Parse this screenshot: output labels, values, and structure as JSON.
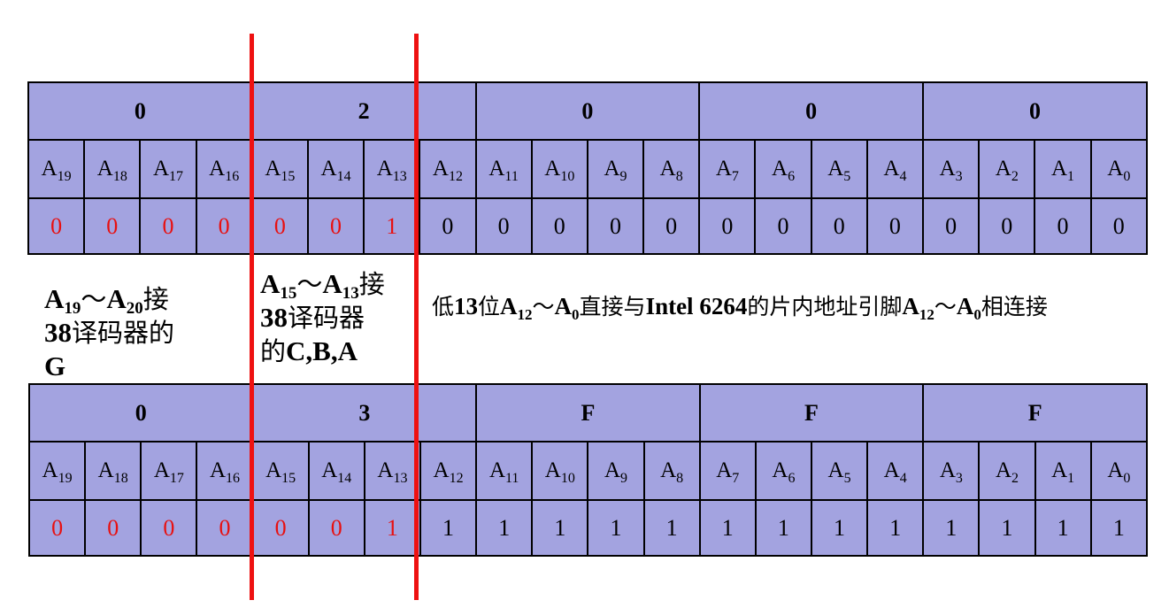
{
  "top_table": {
    "hex": [
      "0",
      "2",
      "0",
      "0",
      "0"
    ],
    "labels": [
      {
        "base": "A",
        "sub": "19"
      },
      {
        "base": "A",
        "sub": "18"
      },
      {
        "base": "A",
        "sub": "17"
      },
      {
        "base": "A",
        "sub": "16"
      },
      {
        "base": "A",
        "sub": "15"
      },
      {
        "base": "A",
        "sub": "14"
      },
      {
        "base": "A",
        "sub": "13"
      },
      {
        "base": "A",
        "sub": "12"
      },
      {
        "base": "A",
        "sub": "11"
      },
      {
        "base": "A",
        "sub": "10"
      },
      {
        "base": "A",
        "sub": "9"
      },
      {
        "base": "A",
        "sub": "8"
      },
      {
        "base": "A",
        "sub": "7"
      },
      {
        "base": "A",
        "sub": "6"
      },
      {
        "base": "A",
        "sub": "5"
      },
      {
        "base": "A",
        "sub": "4"
      },
      {
        "base": "A",
        "sub": "3"
      },
      {
        "base": "A",
        "sub": "2"
      },
      {
        "base": "A",
        "sub": "1"
      },
      {
        "base": "A",
        "sub": "0"
      }
    ],
    "values": [
      "0",
      "0",
      "0",
      "0",
      "0",
      "0",
      "1",
      "0",
      "0",
      "0",
      "0",
      "0",
      "0",
      "0",
      "0",
      "0",
      "0",
      "0",
      "0",
      "0"
    ]
  },
  "bottom_table": {
    "hex": [
      "0",
      "3",
      "F",
      "F",
      "F"
    ],
    "labels": [
      {
        "base": "A",
        "sub": "19"
      },
      {
        "base": "A",
        "sub": "18"
      },
      {
        "base": "A",
        "sub": "17"
      },
      {
        "base": "A",
        "sub": "16"
      },
      {
        "base": "A",
        "sub": "15"
      },
      {
        "base": "A",
        "sub": "14"
      },
      {
        "base": "A",
        "sub": "13"
      },
      {
        "base": "A",
        "sub": "12"
      },
      {
        "base": "A",
        "sub": "11"
      },
      {
        "base": "A",
        "sub": "10"
      },
      {
        "base": "A",
        "sub": "9"
      },
      {
        "base": "A",
        "sub": "8"
      },
      {
        "base": "A",
        "sub": "7"
      },
      {
        "base": "A",
        "sub": "6"
      },
      {
        "base": "A",
        "sub": "5"
      },
      {
        "base": "A",
        "sub": "4"
      },
      {
        "base": "A",
        "sub": "3"
      },
      {
        "base": "A",
        "sub": "2"
      },
      {
        "base": "A",
        "sub": "1"
      },
      {
        "base": "A",
        "sub": "0"
      }
    ],
    "values": [
      "0",
      "0",
      "0",
      "0",
      "0",
      "0",
      "1",
      "1",
      "1",
      "1",
      "1",
      "1",
      "1",
      "1",
      "1",
      "1",
      "1",
      "1",
      "1",
      "1"
    ]
  },
  "highlight_count": 7,
  "colors": {
    "cell_fill": "#a3a3e0",
    "highlight_text": "#e81010",
    "divider_line": "#ee1111"
  },
  "notes": {
    "left": {
      "line1_a": "A",
      "line1_a_sub": "19",
      "line1_mid": "～",
      "line1_b": "A",
      "line1_b_sub": "20",
      "line1_end": "接",
      "line2_num": "38",
      "line2_text": "译码器的",
      "line3": "G"
    },
    "mid": {
      "line1_a": "A",
      "line1_a_sub": "15",
      "line1_mid": "～",
      "line1_b": "A",
      "line1_b_sub": "13",
      "line1_end": "接",
      "line2_num": "38",
      "line2_text": "译码器",
      "line3_cjk": "的",
      "line3_text": "C,B,A"
    },
    "right": {
      "p1": "低",
      "p2": "13",
      "p3": "位",
      "a1": "A",
      "a1_sub": "12",
      "tilde1": "～",
      "a2": "A",
      "a2_sub": "0",
      "p4": "直接与",
      "p5": "Intel 6264",
      "p6": "的片内地址引脚",
      "a3": "A",
      "a3_sub": "12",
      "tilde2": "～",
      "a4": "A",
      "a4_sub": "0",
      "p7": "相连接"
    }
  }
}
